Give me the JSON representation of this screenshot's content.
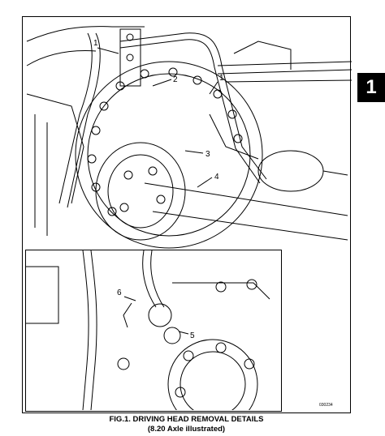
{
  "page": {
    "section_tab": "1",
    "caption_line1": "FIG.1. DRIVING HEAD REMOVAL DETAILS",
    "caption_line2": "(8.20 Axle illustrated)",
    "drawing_code": "030234"
  },
  "callouts": {
    "main": [
      "1",
      "2",
      "1",
      "3",
      "4"
    ],
    "inset": [
      "6",
      "5"
    ]
  }
}
